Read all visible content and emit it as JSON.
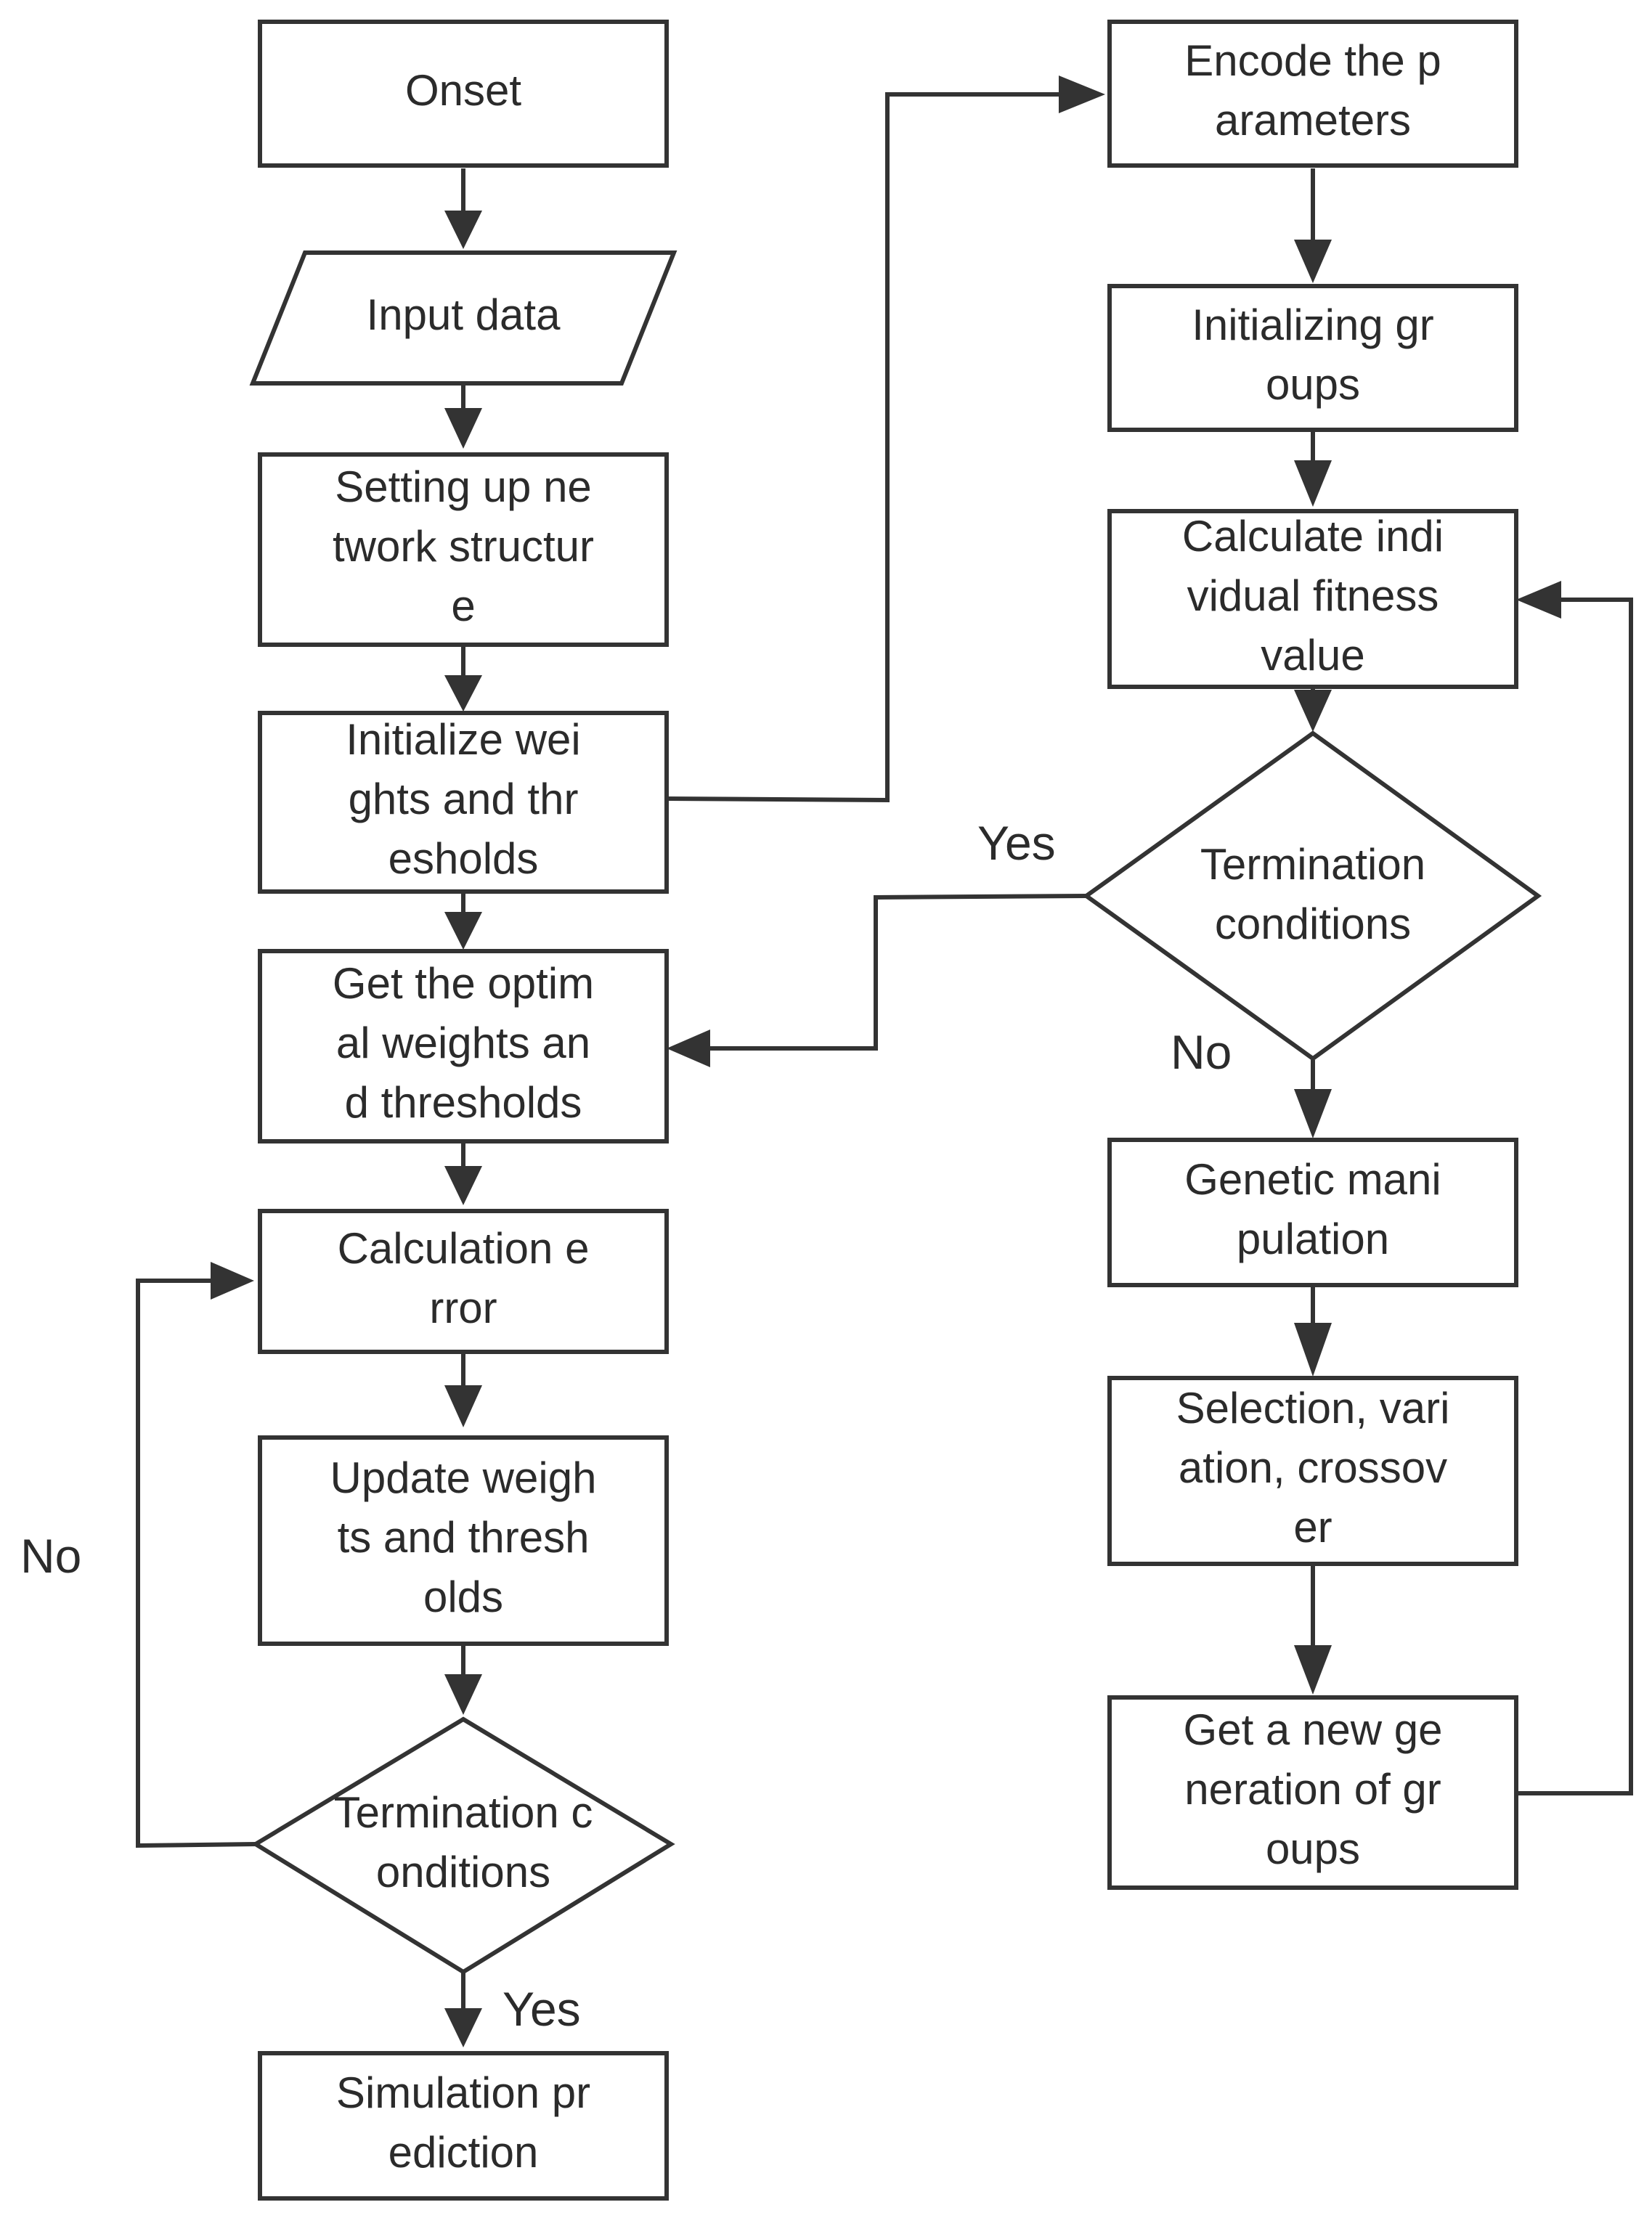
{
  "nodes": [
    {
      "id": "onset",
      "lines": [
        "Onset"
      ]
    },
    {
      "id": "input_data",
      "lines": [
        "Input data"
      ]
    },
    {
      "id": "setup_network",
      "lines": [
        "Setting up ne",
        "twork structur",
        "e"
      ]
    },
    {
      "id": "init_weights",
      "lines": [
        "Initialize wei",
        "ghts and thr",
        "esholds"
      ]
    },
    {
      "id": "optimal_weights",
      "lines": [
        "Get the optim",
        "al weights an",
        "d thresholds"
      ]
    },
    {
      "id": "calc_error",
      "lines": [
        "Calculation e",
        "rror"
      ]
    },
    {
      "id": "update_weights",
      "lines": [
        "Update weigh",
        "ts and thresh",
        "olds"
      ]
    },
    {
      "id": "term_left",
      "lines": [
        "Termination c",
        "onditions"
      ]
    },
    {
      "id": "simulation",
      "lines": [
        "Simulation pr",
        "ediction"
      ]
    },
    {
      "id": "encode_params",
      "lines": [
        "Encode the p",
        "arameters"
      ]
    },
    {
      "id": "init_groups",
      "lines": [
        "Initializing gr",
        "oups"
      ]
    },
    {
      "id": "calc_fitness",
      "lines": [
        "Calculate indi",
        "vidual fitness",
        "value"
      ]
    },
    {
      "id": "term_right",
      "lines": [
        "Termination",
        "conditions"
      ]
    },
    {
      "id": "genetic",
      "lines": [
        "Genetic mani",
        "pulation"
      ]
    },
    {
      "id": "selection",
      "lines": [
        "Selection, vari",
        "ation, crossov",
        "er"
      ]
    },
    {
      "id": "new_generation",
      "lines": [
        "Get a new ge",
        "neration of gr",
        "oups"
      ]
    }
  ],
  "edge_labels": {
    "left_no": "No",
    "left_yes": "Yes",
    "right_yes": "Yes",
    "right_no": "No"
  },
  "colors": {
    "stroke": "#333333",
    "text": "#2b2b2b",
    "background": "#ffffff"
  }
}
